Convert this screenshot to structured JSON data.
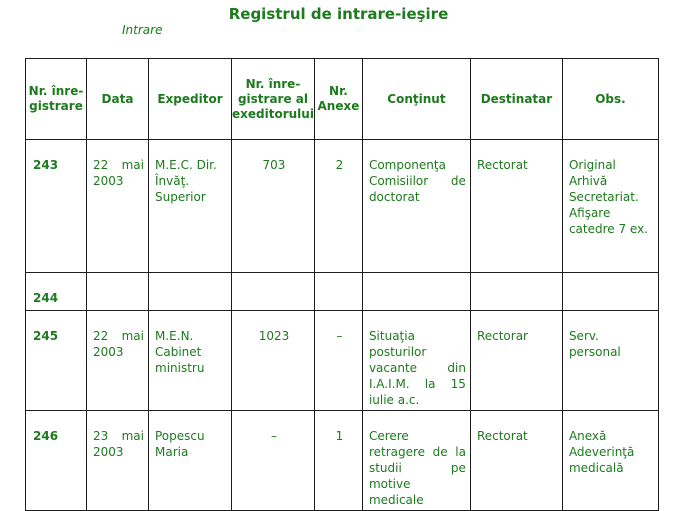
{
  "page": {
    "title": "Registrul de intrare-ieşire",
    "subtitle": "Intrare"
  },
  "table": {
    "headers": [
      "Nr. înre-gistrare",
      "Data",
      "Expeditor",
      "Nr. înre-gistrare al exeditorului",
      "Nr. Anexe",
      "Conţinut",
      "Destinatar",
      "Obs."
    ],
    "rows": [
      {
        "nr": "243",
        "data": "22 mai 2003",
        "expeditor": "M.E.C. Dir. Învăţ. Superior",
        "nr_expeditor": "703",
        "anexe": "2",
        "continut": "Componenţa Comisiilor de doctorat",
        "destinatar": "Rectorat",
        "obs": "Original Arhivă Secretariat. Afişare catedre 7 ex."
      },
      {
        "nr": "244",
        "data": "",
        "expeditor": "",
        "nr_expeditor": "",
        "anexe": "",
        "continut": "",
        "destinatar": "",
        "obs": ""
      },
      {
        "nr": "245",
        "data": "22 mai 2003",
        "expeditor": "M.E.N. Cabinet ministru",
        "nr_expeditor": "1023",
        "anexe": "–",
        "continut": "Situaţia posturilor vacante din I.A.I.M. la 15 iulie a.c.",
        "destinatar": "Rectorar",
        "obs": "Serv. personal"
      },
      {
        "nr": "246",
        "data": "23 mai 2003",
        "expeditor": "Popescu Maria",
        "nr_expeditor": "–",
        "anexe": "1",
        "continut": "Cerere retragere de la studii pe motive medicale",
        "destinatar": "Rectorat",
        "obs": "Anexă Adeverinţă medicală"
      }
    ]
  }
}
